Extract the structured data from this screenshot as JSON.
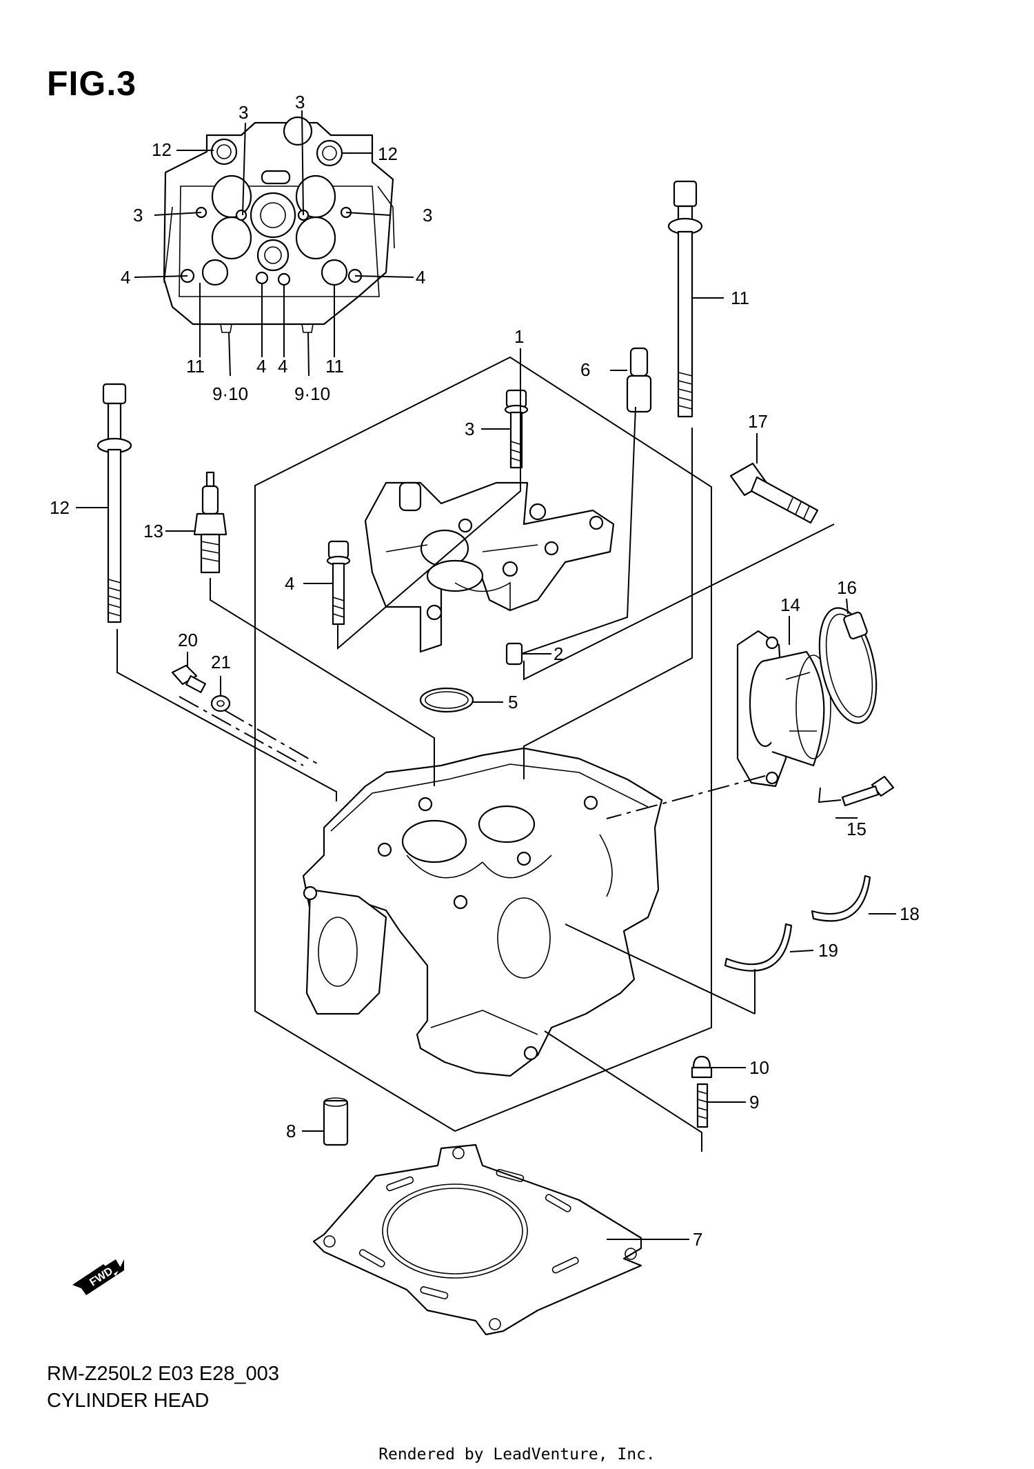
{
  "figure": {
    "title": "FIG.3",
    "model_code": "RM-Z250L2 E03 E28_003",
    "name": "CYLINDER HEAD",
    "credit": "Rendered by LeadVenture, Inc.",
    "fwd_label": "FWD"
  },
  "callouts": {
    "c1": "1",
    "c2": "2",
    "c3_top1": "3",
    "c3_top2": "3",
    "c3_left": "3",
    "c3_right": "3",
    "c3_main": "3",
    "c4_left": "4",
    "c4_right": "4",
    "c4_b1": "4",
    "c4_b2": "4",
    "c4_main": "4",
    "c5": "5",
    "c6": "6",
    "c7": "7",
    "c8": "8",
    "c9": "9",
    "c10": "10",
    "c910_a": "9·10",
    "c910_b": "9·10",
    "c11_a": "11",
    "c11_b": "11",
    "c11_main": "11",
    "c12_left": "12",
    "c12_right": "12",
    "c12_main": "12",
    "c13": "13",
    "c14": "14",
    "c15": "15",
    "c16": "16",
    "c17": "17",
    "c18": "18",
    "c19": "19",
    "c20": "20",
    "c21": "21"
  }
}
